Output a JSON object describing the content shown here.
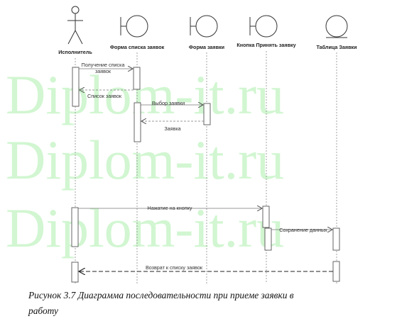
{
  "watermark": [
    "Diplom-it.ru",
    "Diplom-it.ru",
    "Diplom-it.ru"
  ],
  "participants": [
    {
      "id": "actor",
      "kind": "actor",
      "label": "Исполнитель"
    },
    {
      "id": "list_form",
      "kind": "boundary",
      "label": "Форма списка заявок"
    },
    {
      "id": "request_form",
      "kind": "boundary",
      "label": "Форма заявки"
    },
    {
      "id": "accept_button",
      "kind": "boundary",
      "label": "Кнопка Принять заявку"
    },
    {
      "id": "requests_table",
      "kind": "entity",
      "label": "Таблица Заявки"
    }
  ],
  "messages": [
    {
      "label_lines": [
        "Получение списка",
        "заявок"
      ],
      "style": "sync"
    },
    {
      "label_lines": [
        "Список заявок"
      ],
      "style": "return"
    },
    {
      "label_lines": [
        "Выбор заявки"
      ],
      "style": "sync"
    },
    {
      "label_lines": [
        "Заявка"
      ],
      "style": "return"
    },
    {
      "label_lines": [
        "Нажатие на кнопку"
      ],
      "style": "sync"
    },
    {
      "label_lines": [
        "Сохранение данных"
      ],
      "style": "sync"
    },
    {
      "label_lines": [
        "Возврат к списку заявок"
      ],
      "style": "return"
    }
  ],
  "caption": {
    "line1": "Рисунок 3.7 Диаграмма последовательности при приеме заявки в",
    "line2": "работу"
  }
}
